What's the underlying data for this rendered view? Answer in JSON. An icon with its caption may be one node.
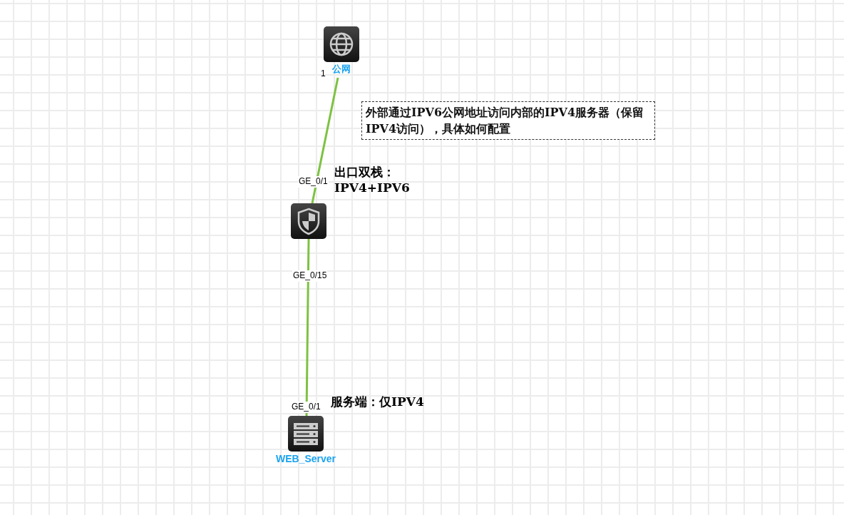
{
  "diagram": {
    "nodes": [
      {
        "text": [
          "公网"
        ]
      },
      {
        "text": [],
        "shape": "picture"
      },
      {
        "text": [
          "WEB_Server"
        ]
      },
      {
        "text": [
          "外部通过IPV6公网地址访问内部的IPV4服务器（保留IPV4访问），具体如何配置"
        ]
      }
    ],
    "edges": [
      {
        "from": 0,
        "to": 1,
        "arrow": "none"
      },
      {
        "from": 1,
        "to": 2,
        "arrow": "none"
      }
    ],
    "labels": [
      "1",
      "出口双栈： IPV4+IPV6",
      "GE_0/1",
      "GE_0/15",
      "服务端：仅IPV4",
      "GE_0/1"
    ]
  }
}
